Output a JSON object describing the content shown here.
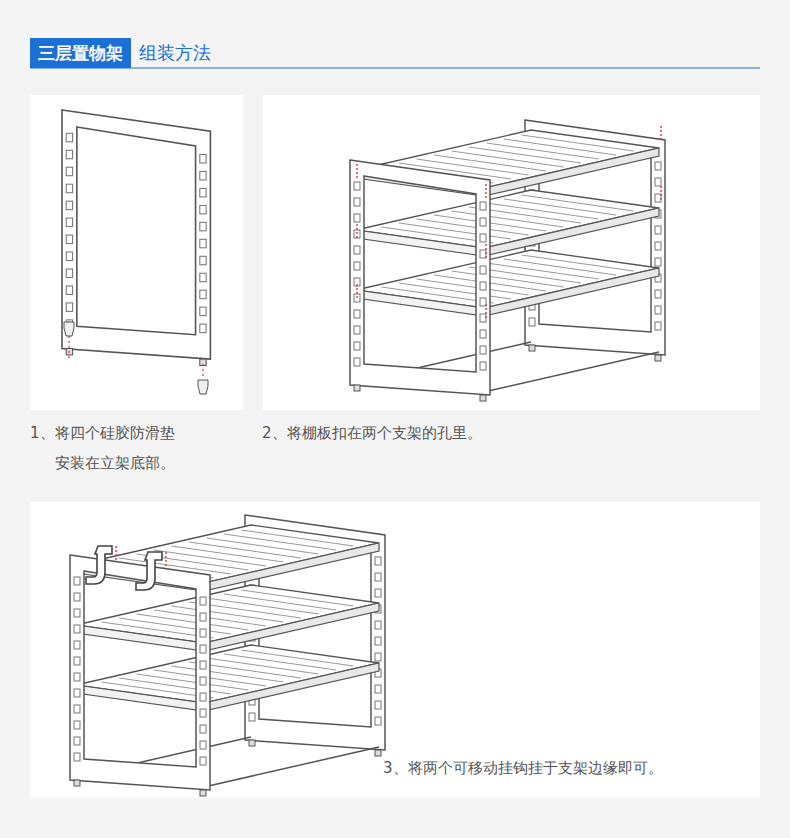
{
  "diagram": {
    "nodes": [
      {
        "text": [
          "三层置物架",
          "组装方法"
        ]
      }
    ],
    "labels": [
      "1、将四个硅胶防滑垫 安装在立架底部。",
      "2、将棚板扣在两个支架的孔里。",
      "3、将两个可移动挂钩挂于支架边缘即可。"
    ]
  }
}
